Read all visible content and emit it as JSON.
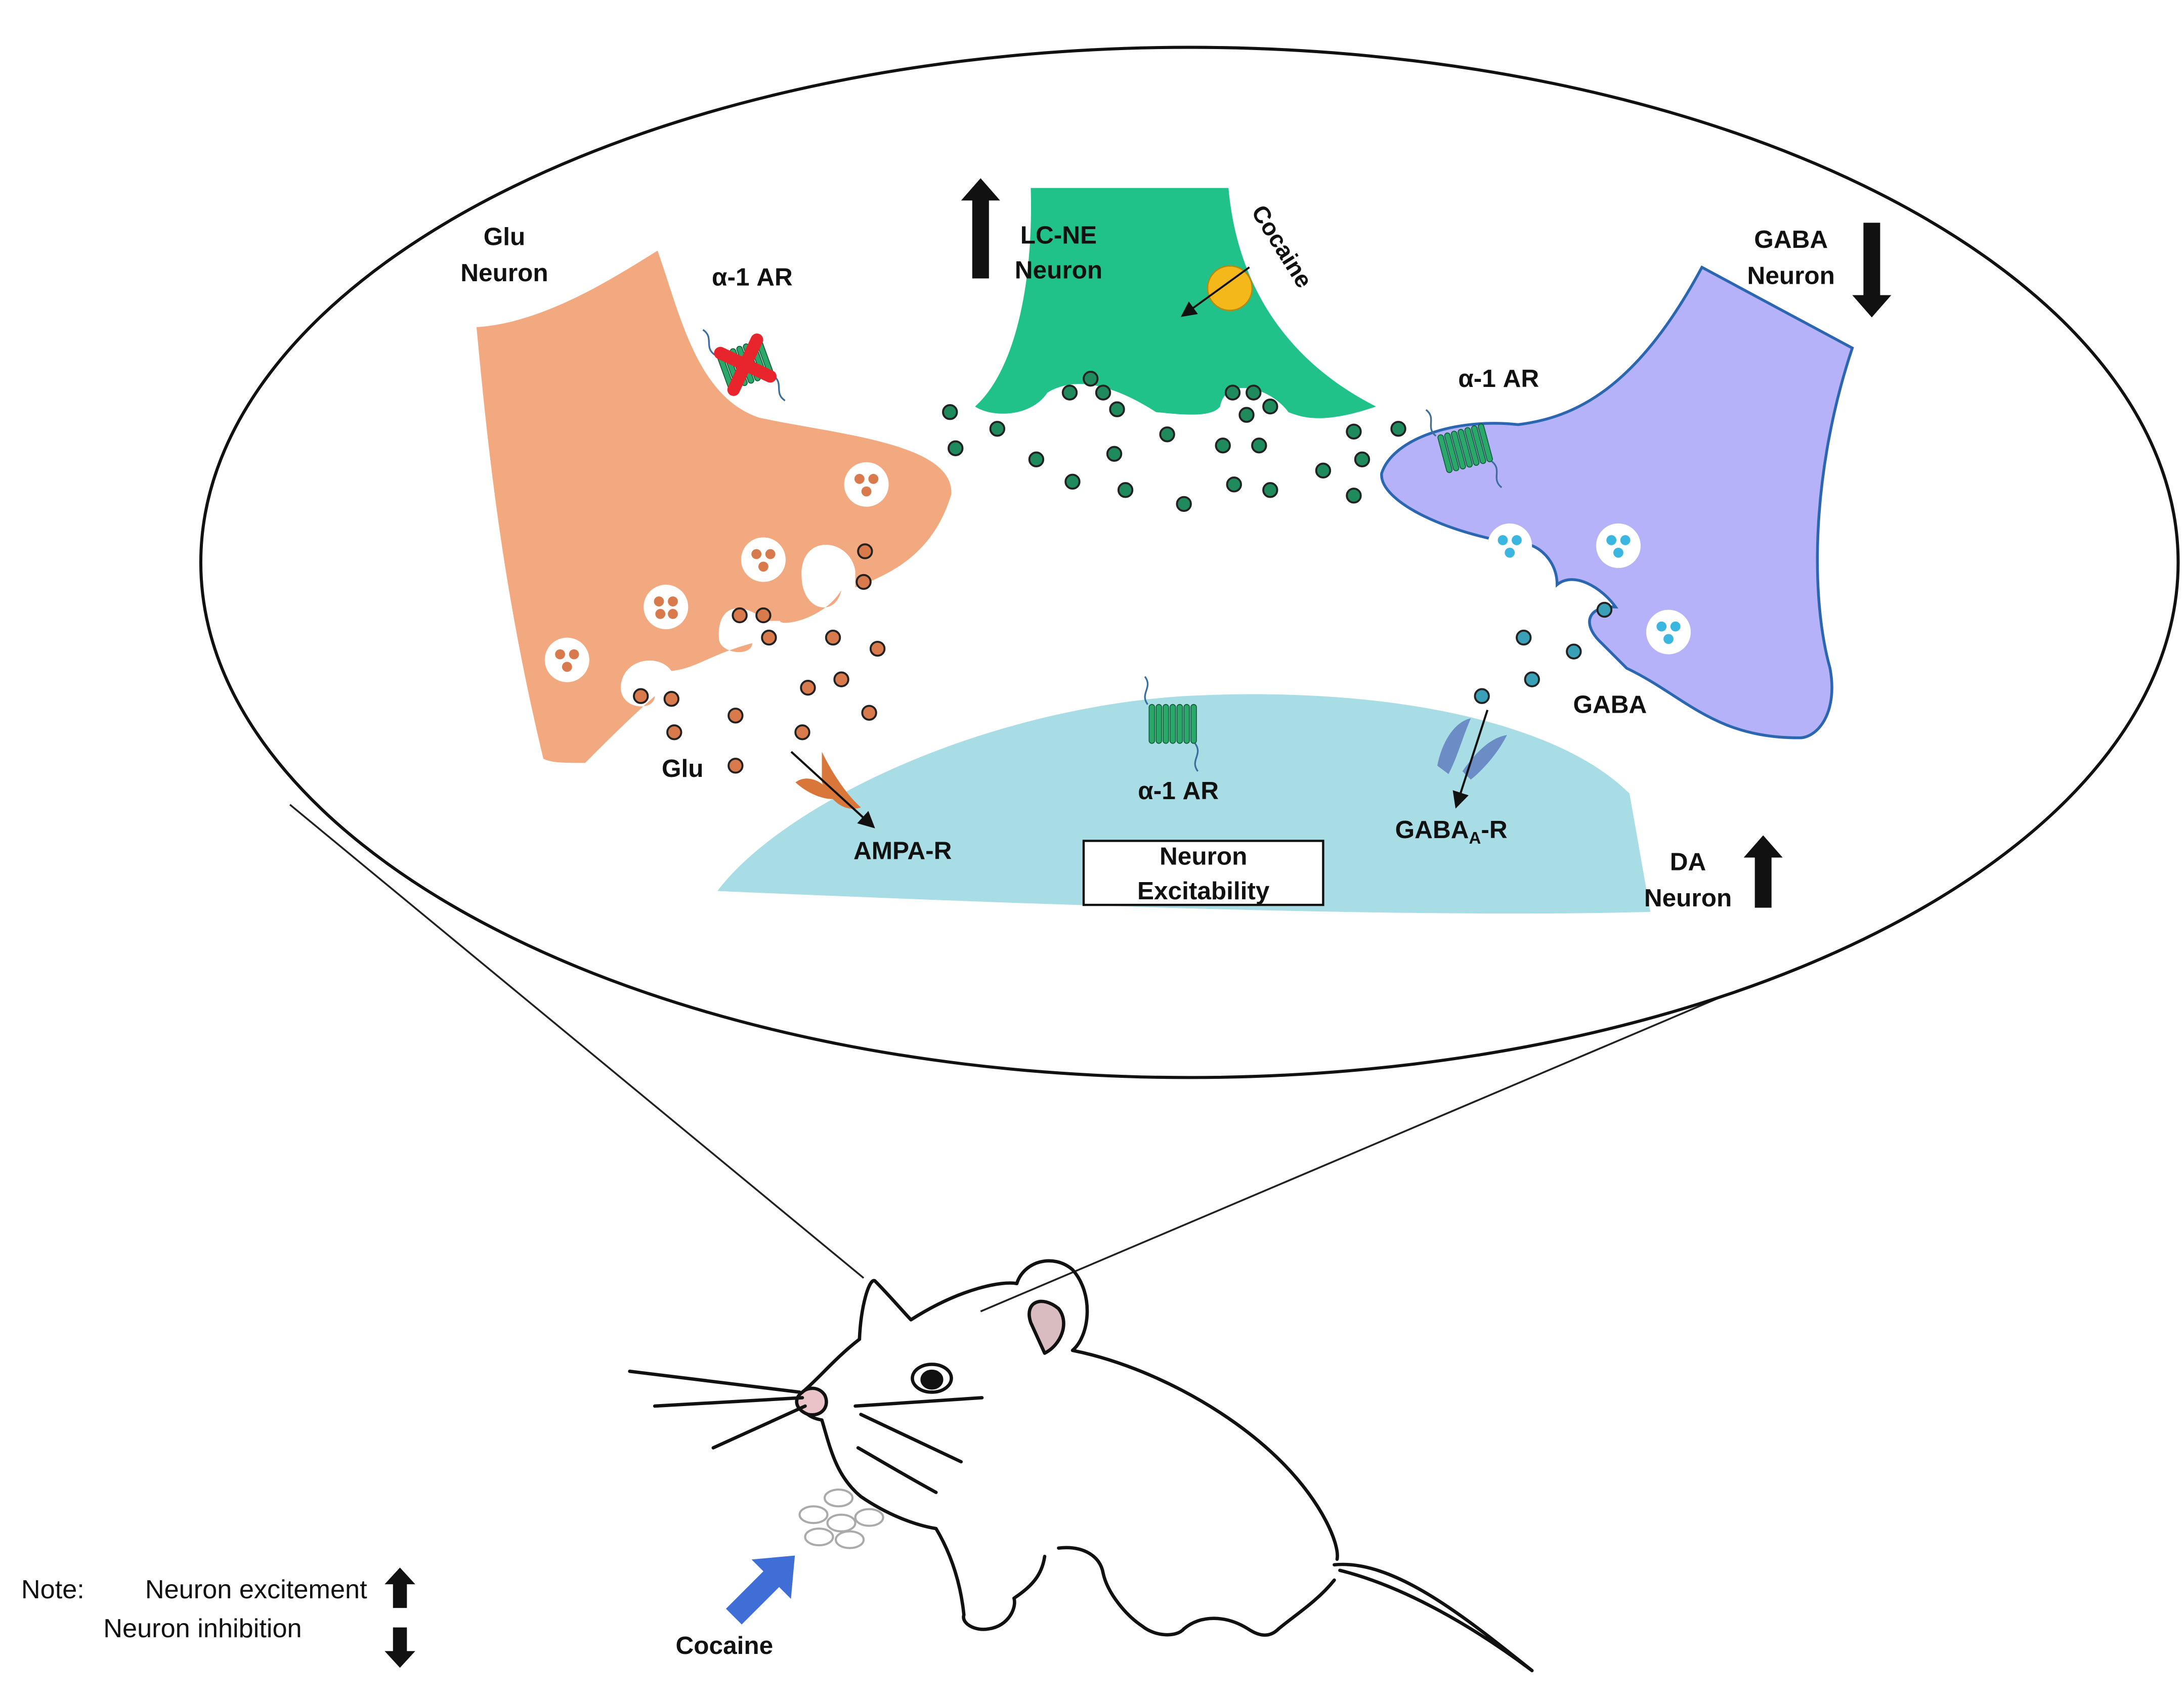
{
  "labels": {
    "glu_neuron": [
      "Glu",
      "Neuron"
    ],
    "alpha_left": "α-1 AR",
    "lcne_neuron": [
      "LC-NE",
      "Neuron"
    ],
    "cocaine_synapse": "Cocaine",
    "gaba_neuron": [
      "GABA",
      "Neuron"
    ],
    "alpha_right": "α-1 AR",
    "alpha_center": "α-1 AR",
    "glu": "Glu",
    "ampa": "AMPA-R",
    "gaba": "GABA",
    "gabaa_main": "GABA",
    "gabaa_sub": "A",
    "gabaa_tail": "-R",
    "box": [
      "Neuron",
      "Excitability"
    ],
    "da_neuron": [
      "DA",
      "Neuron"
    ],
    "cocaine_bottom": "Cocaine"
  },
  "note": {
    "prefix": "Note:",
    "excitement": "Neuron excitement",
    "inhibition": "Neuron inhibition"
  },
  "colors": {
    "glu_neuron": "#f2a980",
    "lcne_neuron": "#21c28a",
    "gaba_neuron": "#b5b2fa",
    "da_neuron": "#a9dde6",
    "ne_dot": "#1f8a5c",
    "glu_dot": "#d97a4d",
    "gaba_dot": "#3bb6e0",
    "receptor_green": "#2aa86a",
    "ampa_receptor": "#d9773a",
    "gabaa_receptor": "#6b8cc4",
    "cocaine_ball": "#f5b81a",
    "blocked_x": "#e8242c",
    "cocaine_arrow": "#3f6fd6"
  },
  "icons": {
    "excite": "up-arrow-icon",
    "inhibit": "down-arrow-icon",
    "block": "cross-icon"
  }
}
